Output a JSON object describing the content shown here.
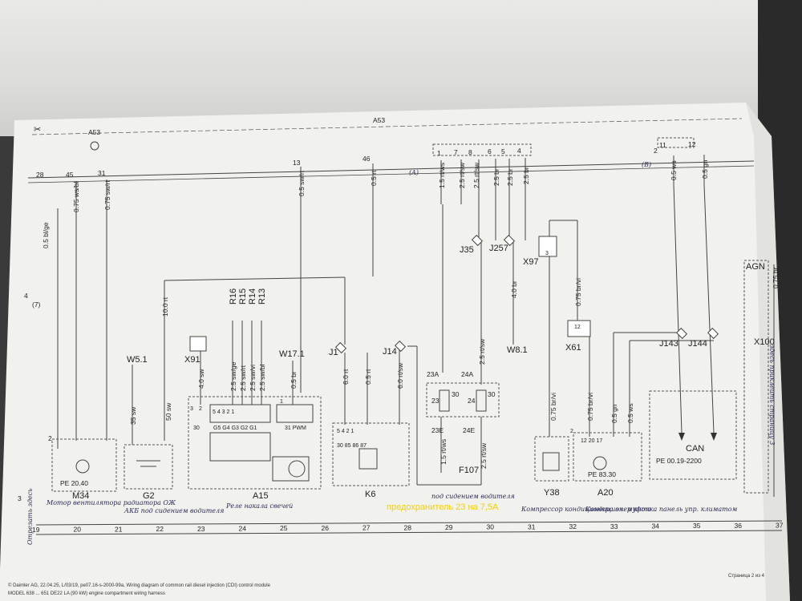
{
  "top_markers": {
    "a53_left": "A53",
    "a53_mid": "A53"
  },
  "pins": {
    "p28": "28",
    "p45": "45",
    "p31": "31",
    "p13": "13",
    "p46": "46",
    "p1": "1",
    "p7": "7",
    "p8": "8",
    "p6": "6",
    "p5": "5",
    "p4": "4",
    "p11": "11",
    "p12": "12",
    "p2": "2"
  },
  "wires": {
    "w45": "0.75 ws/bl",
    "w31": "0.75 sw/rt",
    "w13": "0.5 sw/rt",
    "w46": "0.5 rt",
    "w1": "1.5 rt/ws",
    "w7": "2.5 rt/sw",
    "w8": "2.5 rt/sw",
    "w6": "2.5 br",
    "w5": "2.5 br",
    "w4": "2.5 br",
    "w11": "0.5 ws",
    "w12": "0.5 gn",
    "wleft": "0.5 bl/ge",
    "wagn": "0.75 br",
    "w108": "10.0 rt",
    "w4sw": "4.0 sw",
    "w35sw": "35 sw",
    "w50sw": "50 sw",
    "wr16": "2.5 sw/ge",
    "wr15": "2.5 sw/rt",
    "wr14": "2.5 sw/vi",
    "wr13": "2.5 sw/bl",
    "w05br": "0.5 br",
    "w6rt": "6.0 rt",
    "w05rt": "0.5 rt",
    "w6rtsw": "6.0 rt/sw",
    "w25rtsw": "2.5 rt/sw",
    "w15rtws": "1.5 rt/ws",
    "w25rtsw2": "2.5 rt/sw",
    "w40br": "4.0 br",
    "w075brvi": "0.75 br/vi",
    "w075brvi2": "0.75 br/vi",
    "w075brvi3": "0.75 br/vi",
    "w05gn": "0.5 gn",
    "w05ws": "0.5 ws"
  },
  "components": {
    "j35": "J35",
    "j257": "J257",
    "x97": "X97",
    "w81": "W8.1",
    "x61": "X61",
    "j143": "J143",
    "j144": "J144",
    "agn": "AGN",
    "x100": "X100",
    "w51": "W5.1",
    "x91": "X91",
    "w171": "W17.1",
    "j1": "J1",
    "j14": "J14",
    "r16": "R16",
    "r15": "R15",
    "r14": "R14",
    "r13": "R13",
    "m34": "M34",
    "g2": "G2",
    "a15": "A15",
    "k6": "K6",
    "f107": "F107",
    "y38": "Y38",
    "a20": "A20",
    "can": "CAN",
    "f23a": "23A",
    "f24a": "24A",
    "f23e": "23E",
    "f24e": "24E",
    "f23": "23",
    "f24": "24",
    "f30a": "30",
    "f30b": "30",
    "pwm": "31 PWM",
    "pe_m34": "PE 20.40",
    "pe_a20": "PE 83.30",
    "pe_can": "PE 00.19-2200",
    "a15_pins_top": "5 4 3 2 1",
    "a15_pins_g": "G5 G4 G3 G2 G1",
    "a15_30": "30",
    "k6_pins_top": "5 4 2 1",
    "k6_pins_bot": "30 85 86 87",
    "a20_pins": "12 20 17",
    "pin3": "3",
    "pin2": "2",
    "pin1": "1",
    "pin12": "12"
  },
  "handwriting": {
    "m34": "Мотор вентилятора радиатора ОЖ",
    "g2": "АКБ под сидением водителя",
    "a15": "Реле накала свечей",
    "f107": "под сидением водителя",
    "y38": "Компрессор кондиционера эл. муфта",
    "a20": "Кондиционер кнопка панель упр. климатом",
    "right_side": "здесь приклеить страницу 3",
    "left_side": "Отрезать здесь",
    "circle_a": "(A)",
    "circle_b": "(B)"
  },
  "overlay_note": "предохранитель 23 на 7,5А",
  "grid_numbers": [
    "19",
    "20",
    "21",
    "22",
    "23",
    "24",
    "25",
    "26",
    "27",
    "28",
    "29",
    "30",
    "31",
    "32",
    "33",
    "34",
    "35",
    "36",
    "37"
  ],
  "left_marks": {
    "m4": "4",
    "m7": "(7)",
    "m2": "2",
    "m3": "3"
  },
  "footer": {
    "line1": "© Daimler AG, 22.04.25, L/03/19, pe07.16-s-2000-99a, Wiring diagram of common rail diesel injection (CDI) control module",
    "line2": "MODEL 638 ... 651 DE22 LA (90 kW) engine compartment wiring harness",
    "page": "Страница 2 из 4"
  }
}
